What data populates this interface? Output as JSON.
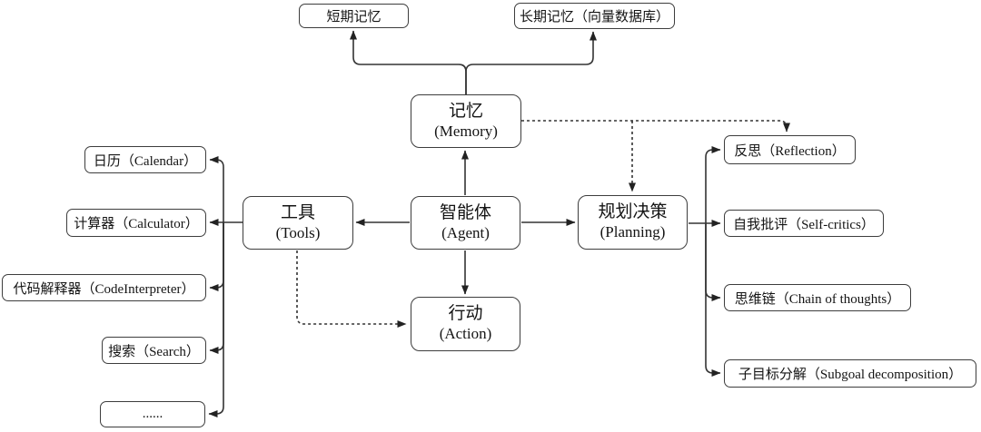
{
  "nodes": {
    "short_term_memory": {
      "label": "短期记忆"
    },
    "long_term_memory": {
      "label": "长期记忆（向量数据库）"
    },
    "memory": {
      "zh": "记忆",
      "en": "(Memory)"
    },
    "tools": {
      "zh": "工具",
      "en": "(Tools)"
    },
    "agent": {
      "zh": "智能体",
      "en": "(Agent)"
    },
    "planning": {
      "zh": "规划决策",
      "en": "(Planning)"
    },
    "action": {
      "zh": "行动",
      "en": "(Action)"
    },
    "calendar": {
      "label": "日历（Calendar）"
    },
    "calculator": {
      "label": "计算器（Calculator）"
    },
    "code_interpreter": {
      "label": "代码解释器（CodeInterpreter）"
    },
    "search": {
      "label": "搜索（Search）"
    },
    "more": {
      "label": "......"
    },
    "reflection": {
      "label": "反思（Reflection）"
    },
    "self_critics": {
      "label": "自我批评（Self-critics）"
    },
    "chain_of_thoughts": {
      "label": "思维链（Chain of thoughts）"
    },
    "subgoal_decomposition": {
      "label": "子目标分解（Subgoal decomposition）"
    }
  },
  "edges": [
    {
      "from": "agent",
      "to": "memory",
      "style": "solid"
    },
    {
      "from": "agent",
      "to": "tools",
      "style": "solid"
    },
    {
      "from": "agent",
      "to": "planning",
      "style": "solid"
    },
    {
      "from": "agent",
      "to": "action",
      "style": "solid"
    },
    {
      "from": "memory",
      "to": "short_term_memory",
      "style": "solid"
    },
    {
      "from": "memory",
      "to": "long_term_memory",
      "style": "solid"
    },
    {
      "from": "memory",
      "to": "planning",
      "style": "dashed"
    },
    {
      "from": "memory",
      "to": "reflection",
      "style": "dashed"
    },
    {
      "from": "tools",
      "to": "action",
      "style": "dashed"
    },
    {
      "from": "tools",
      "to": "calendar",
      "style": "solid"
    },
    {
      "from": "tools",
      "to": "calculator",
      "style": "solid"
    },
    {
      "from": "tools",
      "to": "code_interpreter",
      "style": "solid"
    },
    {
      "from": "tools",
      "to": "search",
      "style": "solid"
    },
    {
      "from": "tools",
      "to": "more",
      "style": "solid"
    },
    {
      "from": "planning",
      "to": "reflection",
      "style": "solid"
    },
    {
      "from": "planning",
      "to": "self_critics",
      "style": "solid"
    },
    {
      "from": "planning",
      "to": "chain_of_thoughts",
      "style": "solid"
    },
    {
      "from": "planning",
      "to": "subgoal_decomposition",
      "style": "solid"
    }
  ],
  "colors": {
    "background": "#ffffff",
    "line": "#333333",
    "box_border": "#3d3d3d",
    "box_fill": "#ffffff",
    "text": "#141414"
  }
}
